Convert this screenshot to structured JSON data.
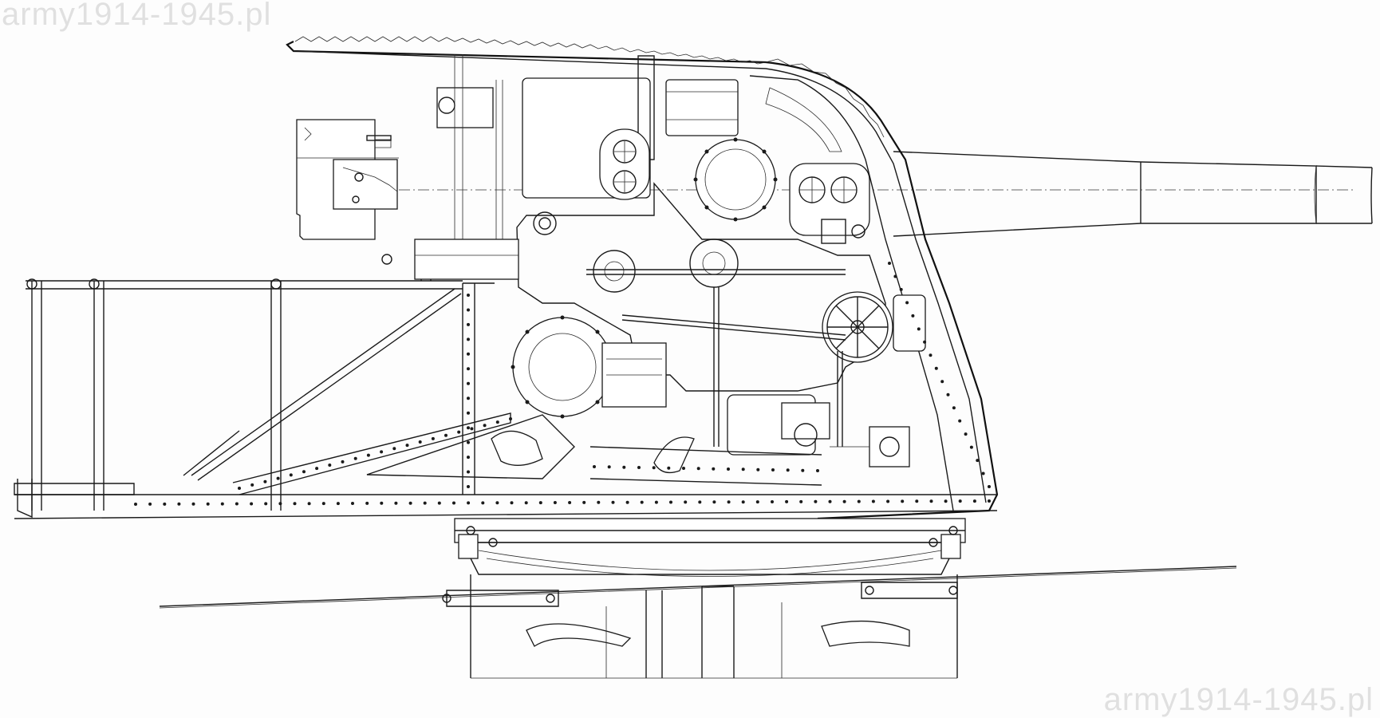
{
  "watermarks": {
    "top_left": "army1914-1945.pl",
    "bottom_right": "army1914-1945.pl"
  },
  "diagram": {
    "subject": "naval gun mount side elevation technical drawing",
    "line_color": "#1a1a1a",
    "background_color": "#fdfdfd"
  }
}
